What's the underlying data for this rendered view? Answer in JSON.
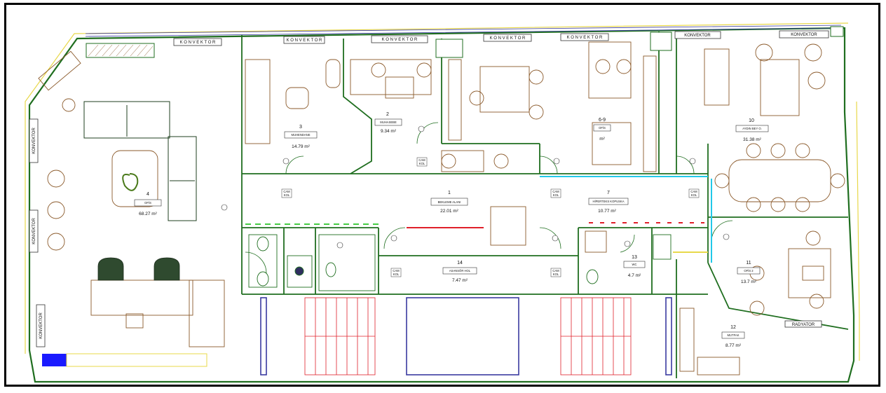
{
  "labels": {
    "konvektor": "KONVEKTOR",
    "konvektor_spaced": "K O N V E K T O R",
    "radyator": "RADYATOR"
  },
  "rooms": {
    "r1": {
      "no": "1",
      "name": "BEKLEME ALANI",
      "area": "22.01 m²"
    },
    "r2": {
      "no": "2",
      "name": "MUHASEBE",
      "area": "9.34 m²"
    },
    "r3": {
      "no": "3",
      "name": "MUHENDANE",
      "area": "14.79 m²"
    },
    "r4": {
      "no": "4",
      "name": "OFİS",
      "area": "68.27 m²"
    },
    "r6": {
      "no": "6-9",
      "name": "OFİS",
      "area": "m²"
    },
    "r7": {
      "no": "7",
      "name": "HİPERTEKS KOPUSKA",
      "area": "10.77 m²"
    },
    "r10": {
      "no": "10",
      "name": "AYDIN BEY O.",
      "area": "31.38 m²"
    },
    "r11": {
      "no": "11",
      "name": "OFİS 2",
      "area": "13.7 m²"
    },
    "r12": {
      "no": "12",
      "name": "MUTFAK",
      "area": "8.77 m²"
    },
    "r13": {
      "no": "13",
      "name": "WC",
      "area": "4.7 m²"
    },
    "r14": {
      "no": "14",
      "name": "ASANSÖR HOL",
      "area": "7.47 m²"
    }
  },
  "door_tags": {
    "cam_kol": "CAM KOL",
    "cam": "CAM",
    "kol": "KOL"
  },
  "colors": {
    "wall": "#1f6e1f",
    "wall_light": "#7fbf3f",
    "furniture": "#8b5a2b",
    "window": "#3a3aa0",
    "stair": "#e0202a",
    "cyan": "#22c8e8",
    "yellow": "#e8d84a",
    "blue": "#1a1aff",
    "magenta": "#c83cc8"
  }
}
